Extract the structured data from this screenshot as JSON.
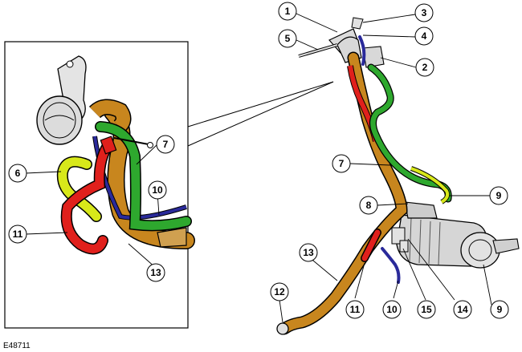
{
  "figure": {
    "reference": "E48711"
  },
  "callouts": [
    {
      "id": "c1",
      "label": "1"
    },
    {
      "id": "c2",
      "label": "2"
    },
    {
      "id": "c3",
      "label": "3"
    },
    {
      "id": "c4",
      "label": "4"
    },
    {
      "id": "c5",
      "label": "5"
    },
    {
      "id": "c6",
      "label": "6"
    },
    {
      "id": "c7a",
      "label": "7"
    },
    {
      "id": "c7b",
      "label": "7"
    },
    {
      "id": "c8",
      "label": "8"
    },
    {
      "id": "c9a",
      "label": "9"
    },
    {
      "id": "c9b",
      "label": "9"
    },
    {
      "id": "c10a",
      "label": "10"
    },
    {
      "id": "c10b",
      "label": "10"
    },
    {
      "id": "c11a",
      "label": "11"
    },
    {
      "id": "c11b",
      "label": "11"
    },
    {
      "id": "c12",
      "label": "12"
    },
    {
      "id": "c13a",
      "label": "13"
    },
    {
      "id": "c13b",
      "label": "13"
    },
    {
      "id": "c14",
      "label": "14"
    },
    {
      "id": "c15",
      "label": "15"
    }
  ],
  "colors": {
    "filler_pipe": "#c8861e",
    "vent_green": "#2ea82e",
    "vent_red": "#e0201c",
    "vent_yellow": "#d8e81a",
    "vent_blue": "#2a2a9a",
    "metal": "#d0d0d0",
    "outline": "#000000"
  }
}
